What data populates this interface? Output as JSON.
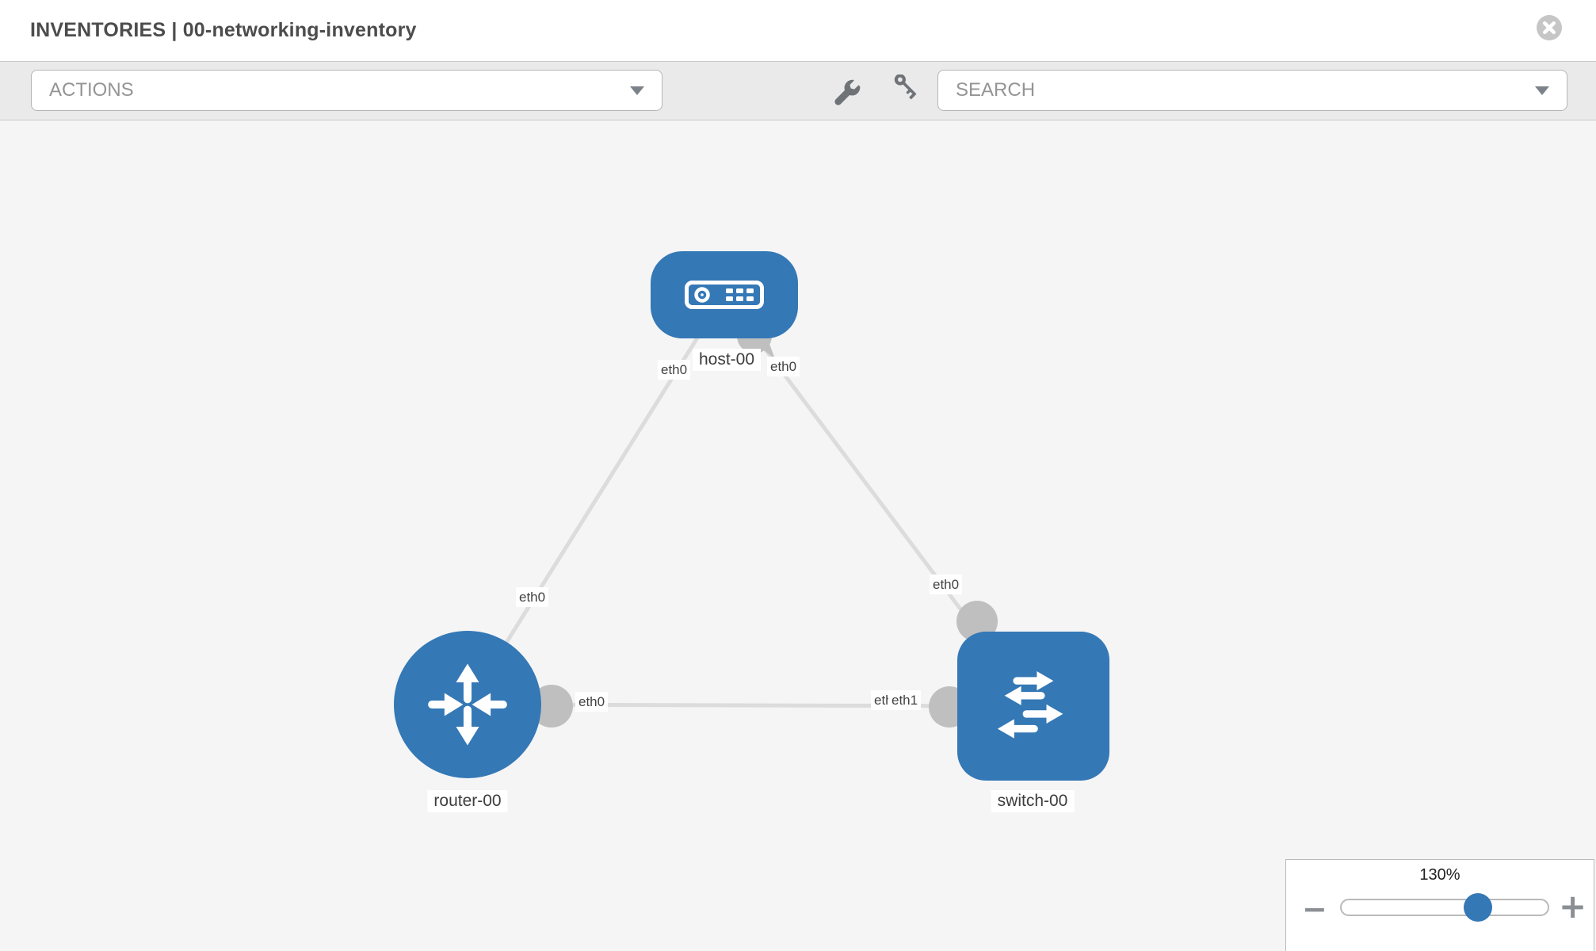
{
  "header": {
    "title": "INVENTORIES | 00-networking-inventory"
  },
  "toolbar": {
    "actions_dropdown": {
      "value": "ACTIONS"
    },
    "search_dropdown": {
      "value": "SEARCH"
    },
    "icons": [
      "wrench-icon",
      "key-icon"
    ]
  },
  "topology": {
    "nodes": [
      {
        "id": "host-00",
        "label": "host-00",
        "type": "host",
        "icon": "server-icon"
      },
      {
        "id": "router-00",
        "label": "router-00",
        "type": "router",
        "icon": "route-arrows-icon"
      },
      {
        "id": "switch-00",
        "label": "switch-00",
        "type": "switch",
        "icon": "exchange-arrows-icon"
      }
    ],
    "links": [
      {
        "from": "host-00",
        "to": "router-00"
      },
      {
        "from": "host-00",
        "to": "switch-00"
      },
      {
        "from": "router-00",
        "to": "switch-00"
      }
    ],
    "interface_labels": [
      {
        "text": "eth0",
        "link": "host-router",
        "end": "host"
      },
      {
        "text": "eth0",
        "link": "host-switch",
        "end": "host"
      },
      {
        "text": "eth0",
        "link": "host-router",
        "end": "router"
      },
      {
        "text": "eth0",
        "link": "host-switch",
        "end": "switch"
      },
      {
        "text": "eth0",
        "link": "router-switch",
        "end": "router"
      },
      {
        "text": "eth0",
        "link": "router-switch",
        "end": "switch"
      },
      {
        "text": "eth1",
        "link": "router-switch",
        "end": "switch"
      }
    ]
  },
  "zoom_control": {
    "level": "130%",
    "minus": "−",
    "plus": "+"
  },
  "colors": {
    "node_blue": "#3478b6",
    "link_gray": "#dcdcdc",
    "port_gray": "#bfbfbf",
    "toolbar_bg": "#eaeaea",
    "canvas_bg": "#f5f5f5"
  }
}
